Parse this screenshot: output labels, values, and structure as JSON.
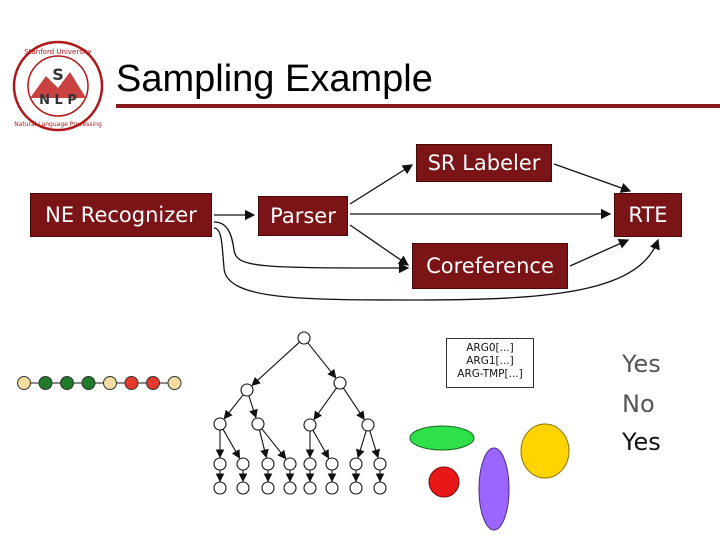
{
  "slide": {
    "title": "Sampling Example",
    "logo": {
      "top_text": "Stanford University",
      "bottom_text": "Natural Language Processing",
      "center": "S",
      "letters": "N L P"
    }
  },
  "pipeline": {
    "sr_labeler": "SR Labeler",
    "ne_recognizer": "NE Recognizer",
    "parser": "Parser",
    "rte": "RTE",
    "coreference": "Coreference"
  },
  "samples": {
    "ne_sequence_colors": [
      "#f2dca0",
      "#1f7a2a",
      "#1f7a2a",
      "#1f7a2a",
      "#f2dca0",
      "#e63a2a",
      "#e63a2a",
      "#f2dca0"
    ],
    "arg_lines": [
      "ARG0[...]",
      "ARG1[...]",
      "ARG-TMP[...]"
    ],
    "coref_ellipses": [
      {
        "color": "#2ee04a",
        "name": "green-cluster"
      },
      {
        "color": "#e81818",
        "name": "red-cluster"
      },
      {
        "color": "#9a66ff",
        "name": "purple-cluster"
      },
      {
        "color": "#ffd400",
        "name": "yellow-cluster"
      }
    ],
    "answers": [
      "Yes",
      "No",
      "Yes"
    ]
  }
}
